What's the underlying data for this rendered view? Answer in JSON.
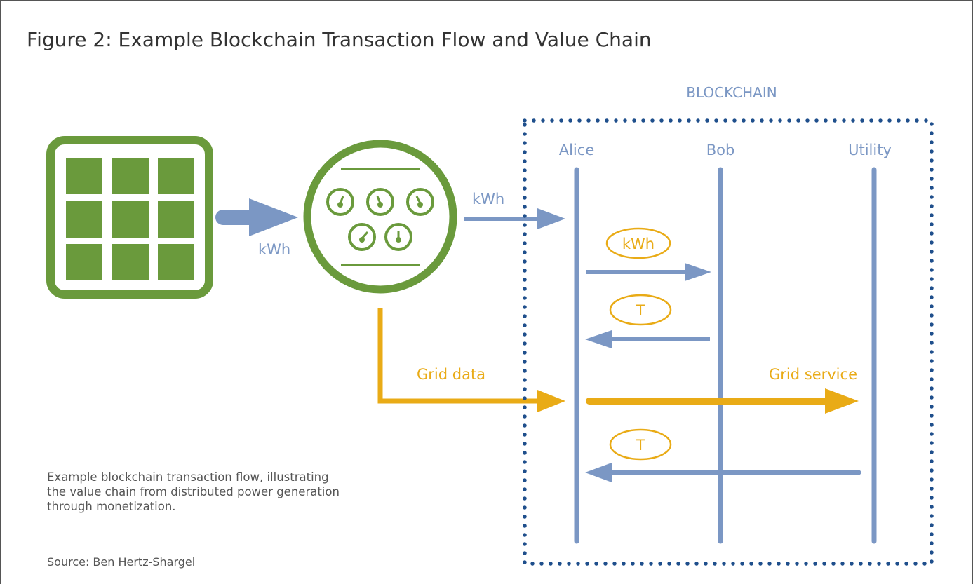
{
  "title": "Figure 2: Example Blockchain Transaction Flow and Value Chain",
  "caption": "Example blockchain transaction flow, illustrating the value chain from distributed power generation through monetization.",
  "source": "Source: Ben Hertz-Shargel",
  "blockchain": {
    "label": "BLOCKCHAIN",
    "participants": [
      "Alice",
      "Bob",
      "Utility"
    ]
  },
  "flows": {
    "panel_to_meter": "kWh",
    "meter_to_alice": "kWh",
    "alice_to_bob_token": "kWh",
    "bob_to_alice_token": "T",
    "grid_data": "Grid data",
    "grid_service": "Grid service",
    "utility_to_alice_token": "T"
  },
  "colors": {
    "green": "#6a9a3c",
    "blue": "#7b97c4",
    "gold": "#e9ab16",
    "dots": "#1f4f8c"
  }
}
